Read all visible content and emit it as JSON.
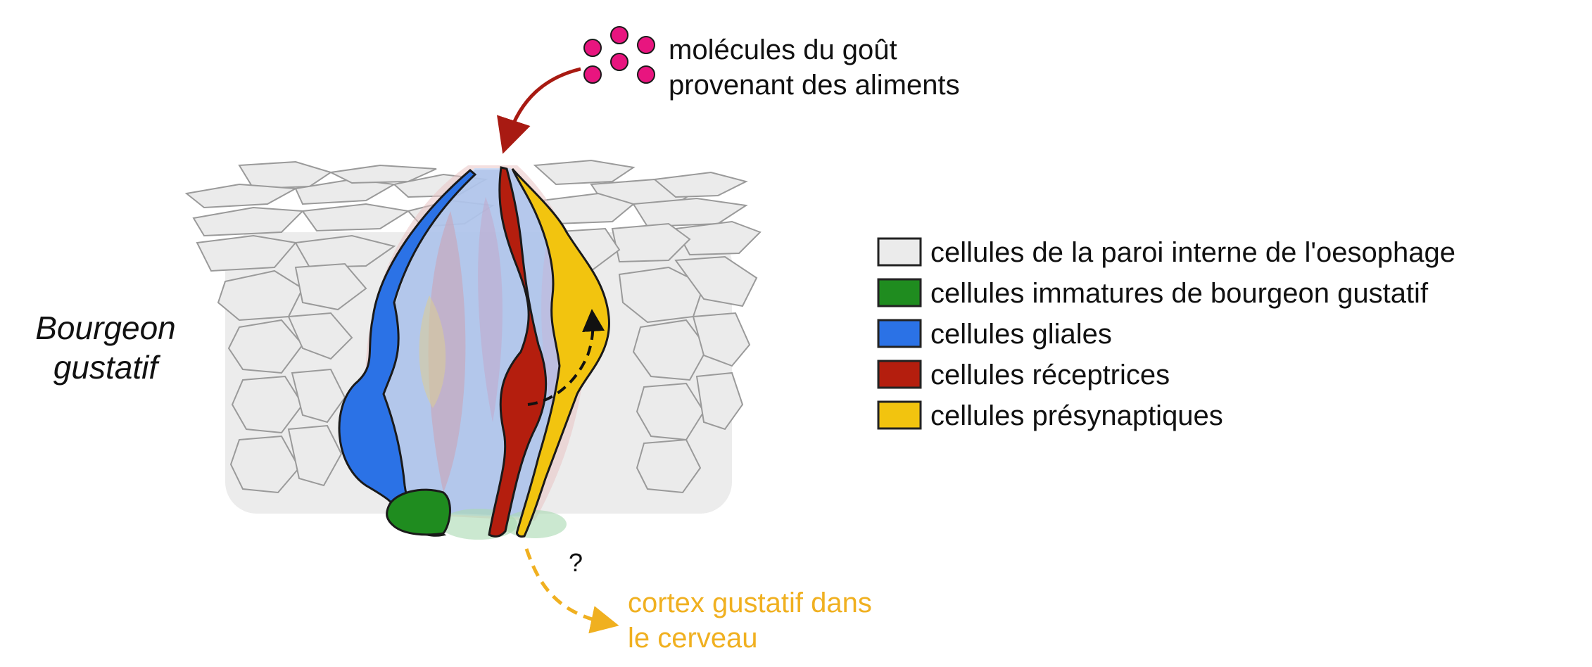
{
  "stimulus": {
    "line1": "molécules du goût",
    "line2": "provenant des aliments",
    "molecule_color": "#e8157f",
    "arrow_color": "#a81a12"
  },
  "structure": {
    "line1": "Bourgeon",
    "line2": "gustatif"
  },
  "legend": {
    "items": [
      {
        "label": "cellules de la paroi interne de l'oesophage",
        "color": "#ebebeb"
      },
      {
        "label": "cellules immatures de bourgeon gustatif",
        "color": "#1f8c1f"
      },
      {
        "label": "cellules gliales",
        "color": "#2b72e6"
      },
      {
        "label": "cellules réceptrices",
        "color": "#b41e0e"
      },
      {
        "label": "cellules présynaptiques",
        "color": "#f2c40f"
      }
    ]
  },
  "output": {
    "question": "?",
    "line1": "cortex gustatif dans",
    "line2": "le cerveau",
    "color": "#f0b020"
  },
  "colors": {
    "epithelium_fill": "#ebebeb",
    "epithelium_stroke": "#9a9a9a",
    "bud_fill": "#a9c4ee",
    "outline": "#1a1a1a"
  }
}
